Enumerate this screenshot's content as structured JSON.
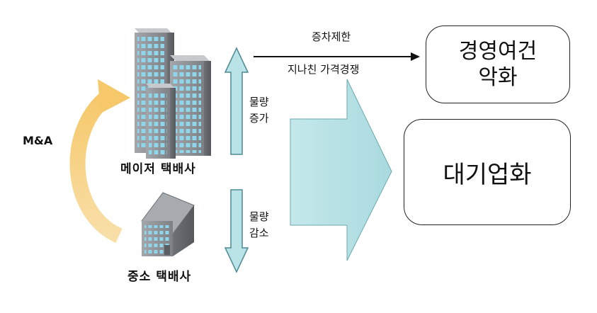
{
  "labels": {
    "mna": "M&A",
    "major": "메이저 택배사",
    "small": "중소 택배사",
    "up_arrow": [
      "물량",
      "증가"
    ],
    "down_arrow": [
      "물량",
      "감소"
    ],
    "line_top": "증차제한",
    "line_bottom": "지나친 가격경쟁"
  },
  "boxes": {
    "top": [
      "경영여건",
      "악화"
    ],
    "bottom": "대기업화"
  },
  "colors": {
    "arrow_fill": "#b9e3e6",
    "arrow_stroke": "#4d8a96",
    "curve": "#f3cf7a",
    "building": "#8f9296",
    "window": "#8fd6ea"
  }
}
